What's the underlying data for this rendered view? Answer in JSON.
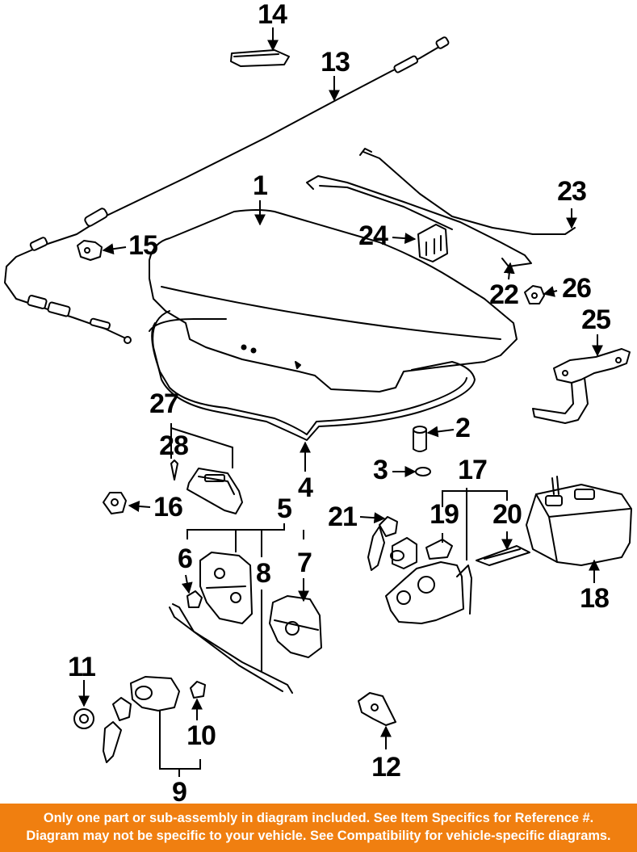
{
  "callouts": [
    {
      "id": "14",
      "label": "14"
    },
    {
      "id": "13",
      "label": "13"
    },
    {
      "id": "1",
      "label": "1"
    },
    {
      "id": "23",
      "label": "23"
    },
    {
      "id": "24",
      "label": "24"
    },
    {
      "id": "15",
      "label": "15"
    },
    {
      "id": "22",
      "label": "22"
    },
    {
      "id": "26",
      "label": "26"
    },
    {
      "id": "25",
      "label": "25"
    },
    {
      "id": "27",
      "label": "27"
    },
    {
      "id": "2",
      "label": "2"
    },
    {
      "id": "28",
      "label": "28"
    },
    {
      "id": "3",
      "label": "3"
    },
    {
      "id": "17",
      "label": "17"
    },
    {
      "id": "4",
      "label": "4"
    },
    {
      "id": "16",
      "label": "16"
    },
    {
      "id": "5",
      "label": "5"
    },
    {
      "id": "21",
      "label": "21"
    },
    {
      "id": "19",
      "label": "19"
    },
    {
      "id": "20",
      "label": "20"
    },
    {
      "id": "6",
      "label": "6"
    },
    {
      "id": "8",
      "label": "8"
    },
    {
      "id": "7",
      "label": "7"
    },
    {
      "id": "18",
      "label": "18"
    },
    {
      "id": "11",
      "label": "11"
    },
    {
      "id": "10",
      "label": "10"
    },
    {
      "id": "12",
      "label": "12"
    },
    {
      "id": "9",
      "label": "9"
    }
  ],
  "disclaimer": {
    "line1": "Only one part or sub-assembly in diagram included. See Item Specifics for Reference #.",
    "line2": "Diagram may not be specific to your vehicle. See Compatibility for vehicle-specific diagrams."
  },
  "colors": {
    "banner": "#f07f10",
    "banner_text": "#ffffff",
    "ink": "#000000"
  }
}
